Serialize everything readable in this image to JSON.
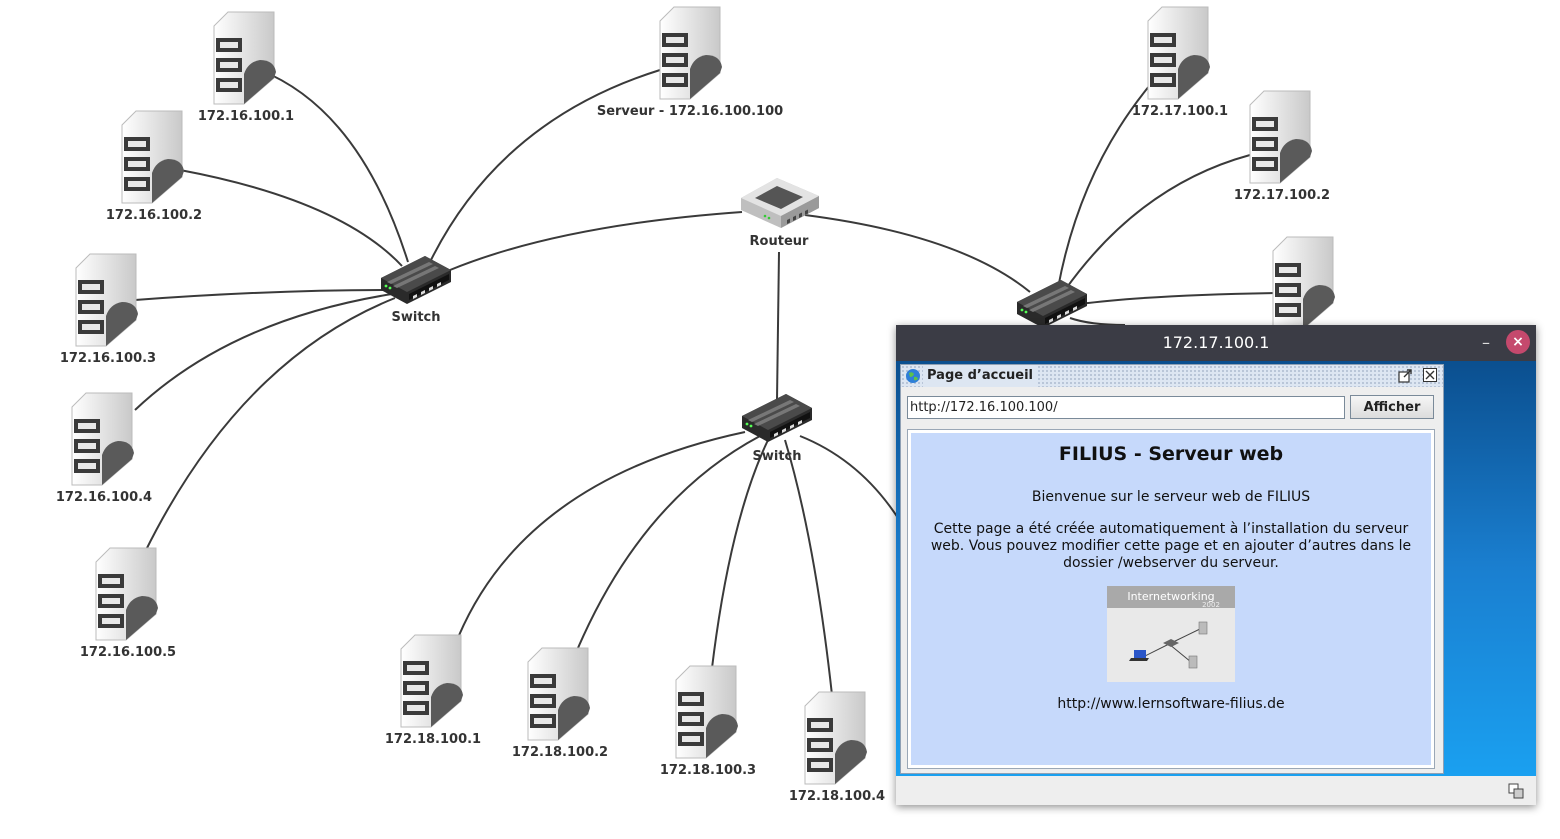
{
  "network": {
    "left_hosts": [
      "172.16.100.1",
      "172.16.100.2",
      "172.16.100.3",
      "172.16.100.4",
      "172.16.100.5"
    ],
    "server": "Serveur - 172.16.100.100",
    "router": "Routeur",
    "switch_label": "Switch",
    "right_hosts": [
      "172.17.100.1",
      "172.17.100.2"
    ],
    "bottom_hosts": [
      "172.18.100.1",
      "172.18.100.2",
      "172.18.100.3",
      "172.18.100.4"
    ]
  },
  "window": {
    "title": "172.17.100.1",
    "minimize": "–",
    "close": "×"
  },
  "browser": {
    "tab_title": "Page d’accueil",
    "url": "http://172.16.100.100/",
    "go_label": "Afficher"
  },
  "webpage": {
    "heading": "FILIUS - Serveur web",
    "welcome": "Bienvenue sur le serveur web de FILIUS",
    "description": "Cette page a été créée automatiquement à l’installation du serveur web. Vous pouvez modifier cette page et en ajouter d’autres dans le dossier /webserver du serveur.",
    "image_caption": "Internetworking",
    "image_year": "2002",
    "link": "http://www.lernsoftware-filius.de"
  },
  "colors": {
    "page_background": "#c6d9fb",
    "titlebar": "#3b3c45",
    "close_button": "#c5496d",
    "desktop_gradient": "#1a7fd0"
  }
}
